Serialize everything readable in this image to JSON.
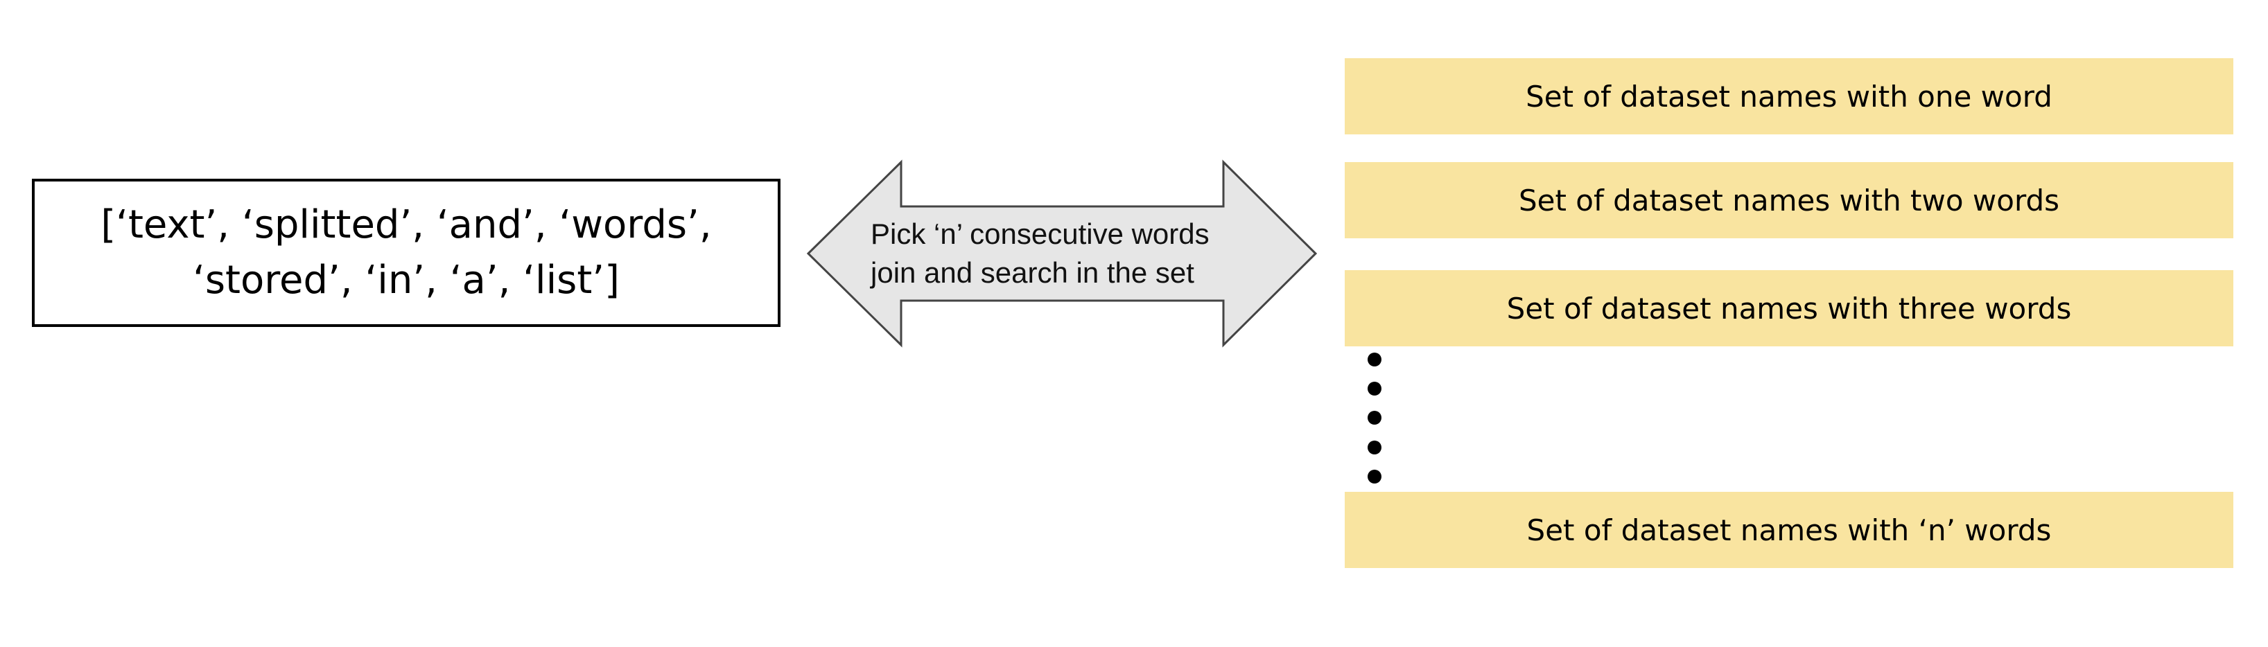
{
  "word_list": {
    "line1": "[‘text’, ‘splitted’, ‘and’, ‘words’,",
    "line2": "‘stored’, ‘in’, ‘a’, ‘list’]"
  },
  "arrow": {
    "line1": "Pick ‘n’ consecutive words",
    "line2": "join and search in the set"
  },
  "sets": [
    "Set of dataset names with one word",
    "Set of dataset names with two words",
    "Set of dataset names with three words",
    "Set of dataset names with ‘n’ words"
  ],
  "colors": {
    "set_fill": "#f9e4a0",
    "arrow_fill": "#e6e6e6",
    "arrow_stroke": "#444444"
  }
}
